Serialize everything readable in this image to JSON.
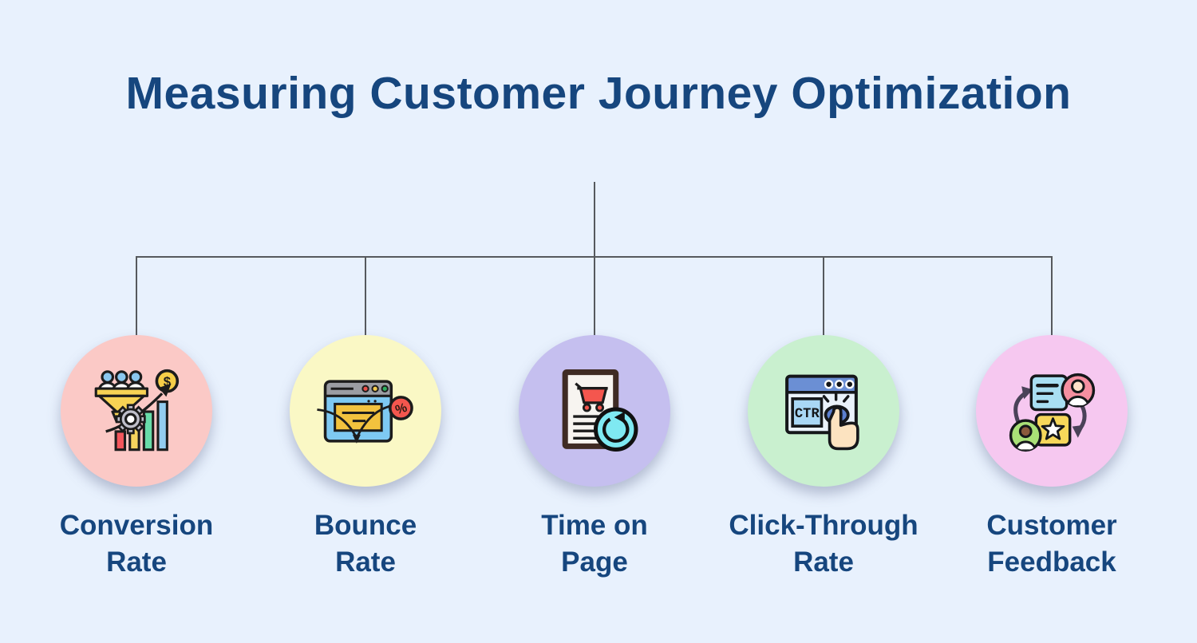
{
  "page": {
    "background": "#E8F1FD",
    "title": "Measuring Customer Journey Optimization",
    "title_color": "#16467E",
    "label_color": "#16467E",
    "connector_color": "#56595D"
  },
  "items": [
    {
      "label_line1": "Conversion",
      "label_line2": "Rate",
      "circle_color": "#FBC9C6",
      "icon": "conversion-funnel-icon"
    },
    {
      "label_line1": "Bounce",
      "label_line2": "Rate",
      "circle_color": "#FAF8C5",
      "icon": "bounce-browser-icon"
    },
    {
      "label_line1": "Time on",
      "label_line2": "Page",
      "circle_color": "#C5BFEF",
      "icon": "page-timer-icon"
    },
    {
      "label_line1": "Click-Through",
      "label_line2": "Rate",
      "circle_color": "#C9F0CF",
      "icon": "ctr-click-icon"
    },
    {
      "label_line1": "Customer",
      "label_line2": "Feedback",
      "circle_color": "#F6C8F0",
      "icon": "feedback-loop-icon"
    }
  ],
  "icon_texts": {
    "dollar": "$",
    "percent": "%",
    "ctr": "CTR"
  }
}
